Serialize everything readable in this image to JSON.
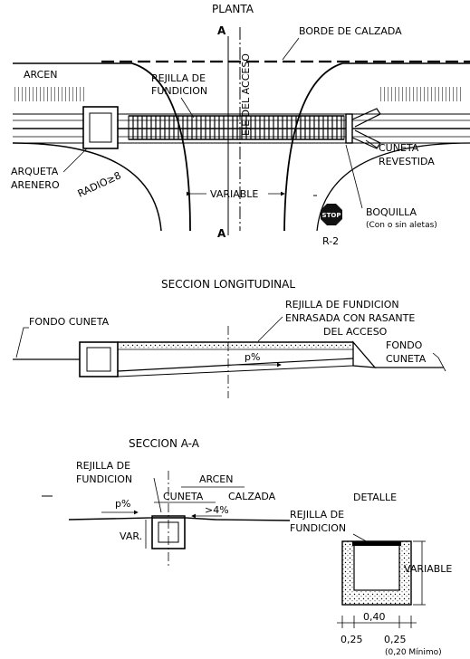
{
  "plan": {
    "title": "PLANTA",
    "section_marker_top": "A",
    "section_marker_bottom": "A",
    "road_edge": "BORDE DE CALZADA",
    "shoulder": "ARCEN",
    "grate_line1": "REJILLA DE",
    "grate_line2": "FUNDICION",
    "access_axis": "EJE DEL ACCESO",
    "sand_trap_line1": "ARQUETA",
    "sand_trap_line2": "ARENERO",
    "radius": "RADIO≥8",
    "variable": "VARIABLE",
    "lined_ditch_line1": "CUNETA",
    "lined_ditch_line2": "REVESTIDA",
    "mouth": "BOQUILLA",
    "mouth_note": "(Con o sin aletas)",
    "stop_sign": "STOP",
    "stop_code": "R-2"
  },
  "longitudinal": {
    "title": "SECCION LONGITUDINAL",
    "grate_line1": "REJILLA DE FUNDICION",
    "grate_line2": "ENRASADA CON RASANTE",
    "grate_line3": "DEL ACCESO",
    "ditch_bottom_left": "FONDO CUNETA",
    "ditch_bottom_right_line1": "FONDO",
    "ditch_bottom_right_line2": "CUNETA",
    "slope": "p%"
  },
  "section_aa": {
    "title": "SECCION A-A",
    "grate_line1": "REJILLA DE",
    "grate_line2": "FUNDICION",
    "shoulder": "ARCEN",
    "ditch": "CUNETA",
    "carriageway": "CALZADA",
    "slope": "p%",
    "cross_slope": ">4%",
    "var": "VAR."
  },
  "detail": {
    "title": "DETALLE",
    "grate_line1": "REJILLA DE",
    "grate_line2": "FUNDICION",
    "variable": "VARIABLE",
    "dim_inner": "0,40",
    "dim_left": "0,25",
    "dim_right": "0,25",
    "dim_note": "(0,20 Mínimo)"
  }
}
